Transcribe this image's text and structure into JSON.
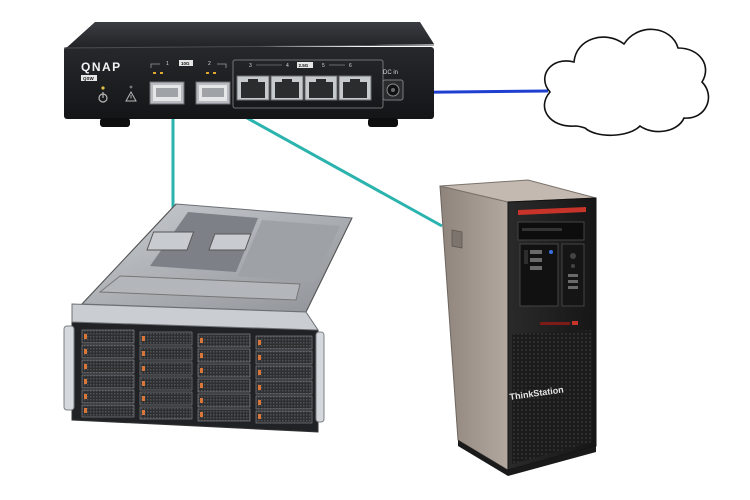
{
  "switch": {
    "brand": "QNAP",
    "model_badge": "QSW",
    "port_1": "1",
    "port_2": "2",
    "badge_10g": "10G",
    "port_3": "3",
    "port_4": "4",
    "badge_25g": "2.5G",
    "port_5": "5",
    "port_6": "6",
    "dc_in": "DC in"
  },
  "workstation": {
    "brand": "ThinkStation"
  },
  "colors": {
    "link_10g": "#2bb3ad",
    "link_wan": "#1e3fd0",
    "switch_body": "#1d1f22",
    "workstation_body": "#a79b92",
    "server_body": "#b9bcc0"
  },
  "icons": [
    "cloud-icon",
    "power-icon",
    "warning-icon"
  ]
}
